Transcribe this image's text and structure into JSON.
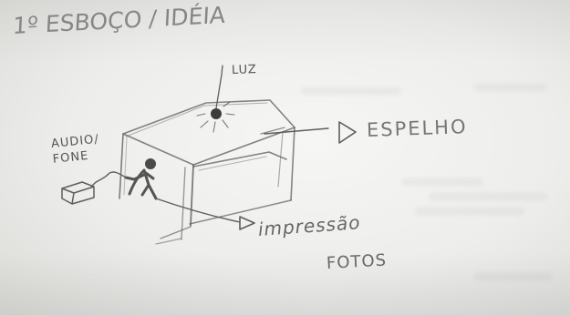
{
  "sketch": {
    "title": "1º ESBOÇO / IDÉIA",
    "labels": {
      "light": "LUZ",
      "mirror": "ESPELHO",
      "audio": "AUDIO/\nFONE",
      "print": "impressão",
      "photos": "FOTOS"
    }
  },
  "colors": {
    "paper": "#ededeb",
    "pencil": "#6b6b6b"
  }
}
